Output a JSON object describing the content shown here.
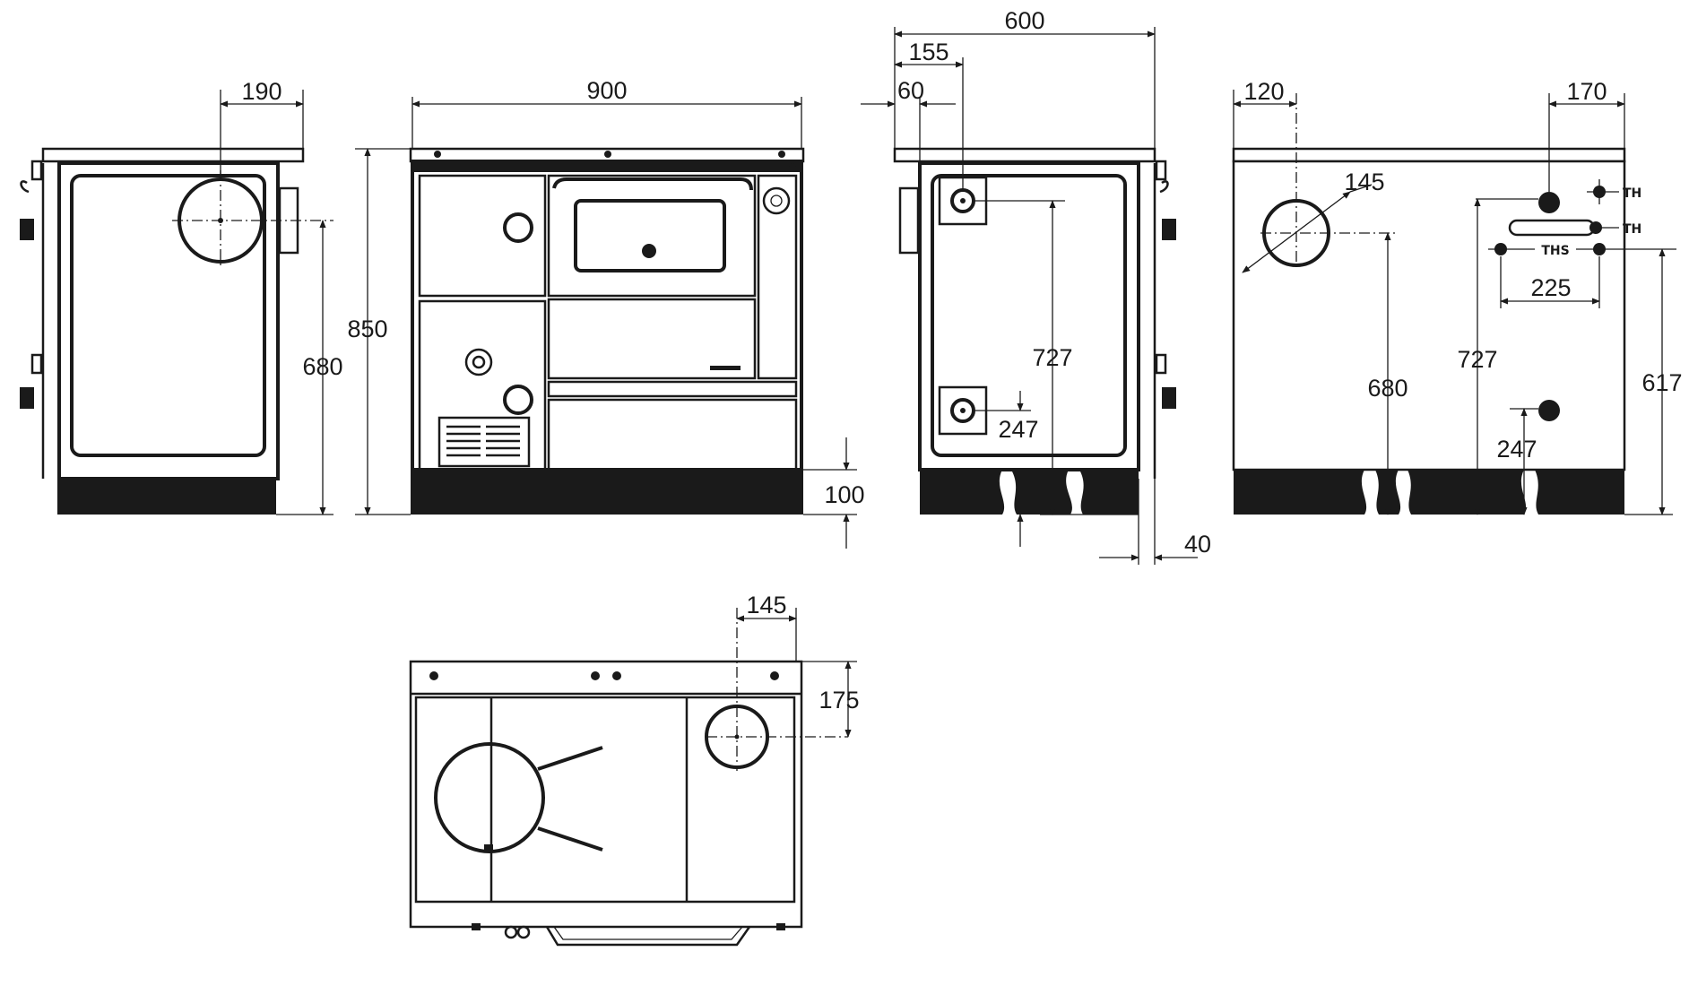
{
  "left_view": {
    "d190": "190",
    "d680": "680"
  },
  "front_view": {
    "d900": "900",
    "d850": "850",
    "d100": "100"
  },
  "right_view": {
    "d600": "600",
    "d155": "155",
    "d60": "60",
    "d727": "727",
    "d247": "247",
    "d40": "40"
  },
  "back_view": {
    "d120": "120",
    "d170": "170",
    "d145": "145",
    "d225": "225",
    "d680": "680",
    "d727": "727",
    "d617": "617",
    "d247": "247",
    "label_th_1": "TH",
    "label_th_2": "TH",
    "label_ths": "THS"
  },
  "top_view": {
    "d145": "145",
    "d175": "175"
  },
  "colors": {
    "ink": "#1a1a1a",
    "paper": "#ffffff"
  }
}
